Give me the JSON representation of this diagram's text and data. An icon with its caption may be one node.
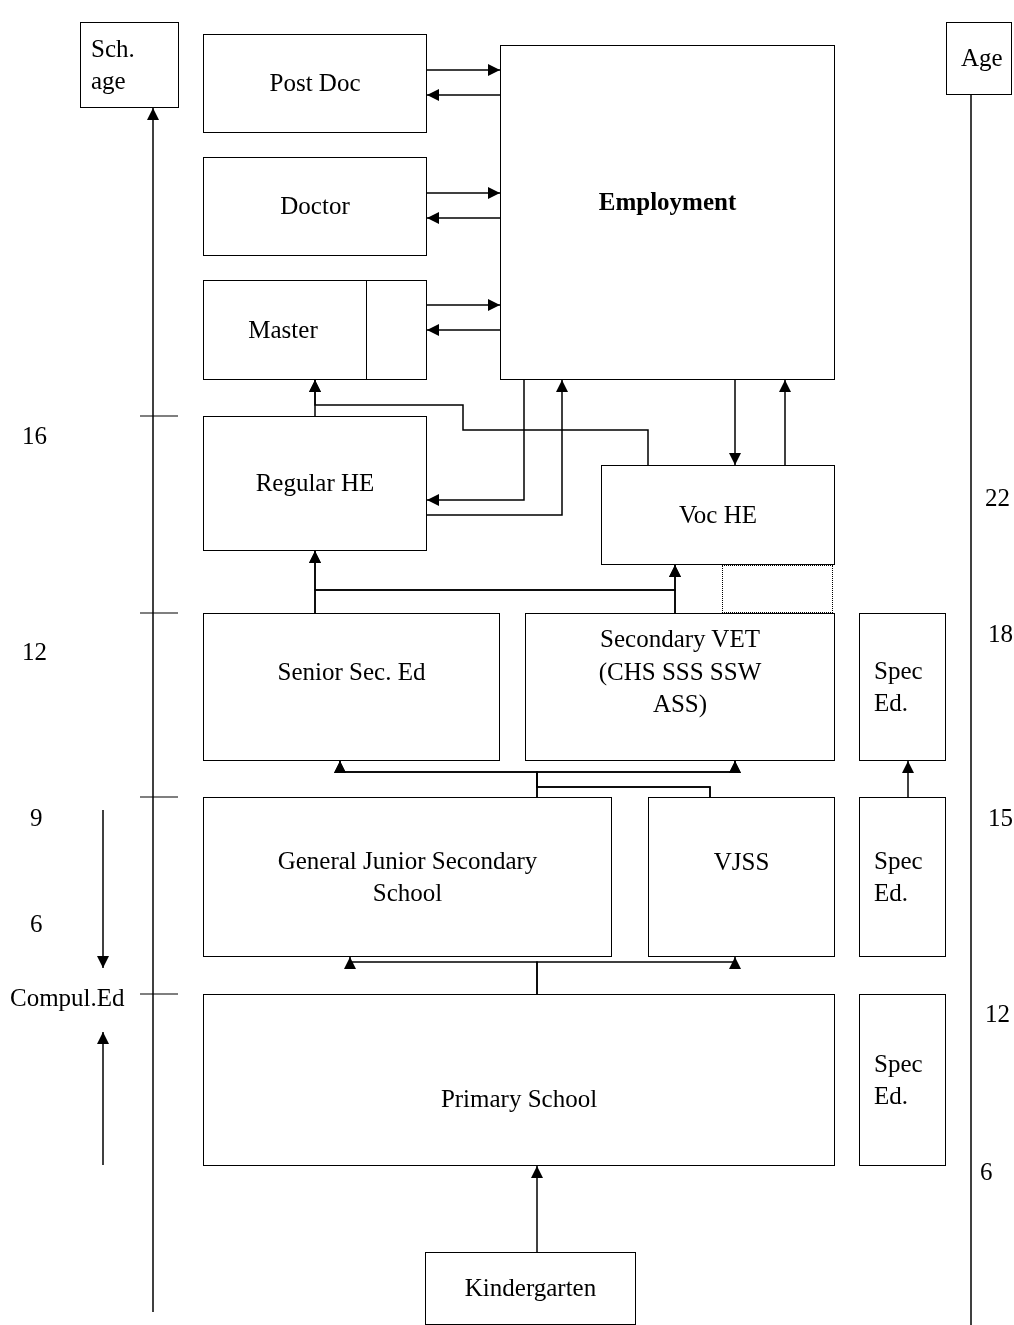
{
  "diagram": {
    "nodes": [
      {
        "text": [
          "Sch. age"
        ]
      },
      {
        "text": [
          "Post Doc"
        ]
      },
      {
        "text": [
          "Employment"
        ]
      },
      {
        "text": [
          "Age"
        ]
      },
      {
        "text": [
          "Doctor"
        ]
      },
      {
        "text": [
          "Master"
        ]
      },
      {
        "text": [
          "Regular HE"
        ]
      },
      {
        "text": [
          "Voc HE"
        ]
      },
      {
        "text": [
          "Senior Sec. Ed"
        ]
      },
      {
        "text": [
          "Secondary VET (CHS SSS SSW ASS)"
        ]
      },
      {
        "text": [
          "Spec Ed."
        ]
      },
      {
        "text": [
          "General Junior Secondary School"
        ]
      },
      {
        "text": [
          "VJSS"
        ]
      },
      {
        "text": [
          "Spec Ed."
        ]
      },
      {
        "text": [
          "Primary School"
        ]
      },
      {
        "text": [
          "Spec Ed."
        ]
      },
      {
        "text": [
          "Kindergarten"
        ]
      },
      {
        "text": [],
        "shape": "box"
      }
    ],
    "edges": [
      {
        "from": 1,
        "to": 2,
        "arrow": "to"
      },
      {
        "from": 2,
        "to": 1,
        "arrow": "to"
      },
      {
        "from": 4,
        "to": 2,
        "arrow": "to"
      },
      {
        "from": 2,
        "to": 4,
        "arrow": "to"
      },
      {
        "from": 5,
        "to": 2,
        "arrow": "to"
      },
      {
        "from": 2,
        "to": 5,
        "arrow": "to"
      },
      {
        "from": 6,
        "to": 5,
        "arrow": "to"
      },
      {
        "from": 7,
        "to": 5,
        "arrow": "to"
      },
      {
        "from": 2,
        "to": 6,
        "arrow": "to"
      },
      {
        "from": 6,
        "to": 2,
        "arrow": "to"
      },
      {
        "from": 2,
        "to": 7,
        "arrow": "to"
      },
      {
        "from": 7,
        "to": 2,
        "arrow": "to"
      },
      {
        "from": 8,
        "to": 6,
        "arrow": "to"
      },
      {
        "from": 8,
        "to": 7,
        "arrow": "to"
      },
      {
        "from": 9,
        "to": 6,
        "arrow": "to"
      },
      {
        "from": 9,
        "to": 7,
        "arrow": "to"
      },
      {
        "from": 11,
        "to": 8,
        "arrow": "to"
      },
      {
        "from": 11,
        "to": 9,
        "arrow": "to"
      },
      {
        "from": 12,
        "to": 8,
        "arrow": "to"
      },
      {
        "from": 12,
        "to": 9,
        "arrow": "to"
      },
      {
        "from": 13,
        "to": 10,
        "arrow": "to"
      },
      {
        "from": 14,
        "to": 11,
        "arrow": "to"
      },
      {
        "from": 14,
        "to": 12,
        "arrow": "to"
      },
      {
        "from": 16,
        "to": 14,
        "arrow": "to"
      }
    ],
    "labels": [
      "16",
      "22",
      "12",
      "18",
      "9",
      "15",
      "6",
      "Compul.Ed",
      "12",
      "6"
    ]
  }
}
